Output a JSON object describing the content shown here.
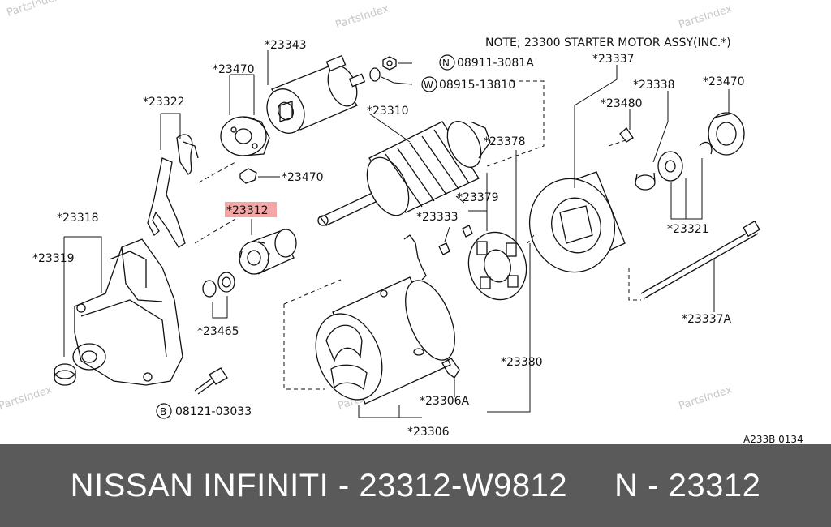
{
  "watermarks": [
    "PartsIndex",
    "PartsIndex",
    "PartsIndex",
    "PartsIndex",
    "PartsIndex",
    "PartsIndex"
  ],
  "note": "NOTE; 23300 STARTER MOTOR ASSY(INC.*)",
  "labels": {
    "l23343": "*23343",
    "l23470a": "*23470",
    "l23322": "*23322",
    "l23470b": "*23470",
    "l23312": "*23312",
    "l23318": "*23318",
    "l23319": "*23319",
    "l23465": "*23465",
    "l23310": "*23310",
    "l23378": "*23378",
    "l23379": "*23379",
    "l23333": "*23333",
    "l23337": "*23337",
    "l23338": "*23338",
    "l23470c": "*23470",
    "l23480": "*23480",
    "l23321": "*23321",
    "l23337A": "*23337A",
    "l23380": "*23380",
    "l23306A": "*23306A",
    "l23306": "*23306",
    "n_code": "08911-3081A",
    "w_code": "08915-13810",
    "b_code": "08121-03033",
    "n_letter": "N",
    "w_letter": "W",
    "b_letter": "B"
  },
  "highlight_color": "#f4a6a6",
  "diagram_id": "A233B 0134",
  "footer": {
    "title": "NISSAN INFINITI - 23312-W9812     N - 23312"
  }
}
